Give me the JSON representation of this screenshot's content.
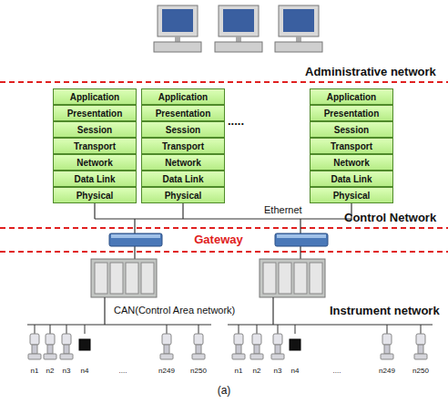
{
  "diagram": {
    "caption": "(a)",
    "nodes": [
      {
        "text": [
          "Application"
        ]
      },
      {
        "text": [
          "Presentation"
        ]
      },
      {
        "text": [
          "Session"
        ]
      },
      {
        "text": [
          "Transport"
        ]
      },
      {
        "text": [
          "Network"
        ]
      },
      {
        "text": [
          "Data Link"
        ]
      },
      {
        "text": [
          "Physical"
        ]
      },
      {
        "text": [
          "Application"
        ]
      },
      {
        "text": [
          "Presentation"
        ]
      },
      {
        "text": [
          "Session"
        ]
      },
      {
        "text": [
          "Transport"
        ]
      },
      {
        "text": [
          "Network"
        ]
      },
      {
        "text": [
          "Data Link"
        ]
      },
      {
        "text": [
          "Physical"
        ]
      },
      {
        "text": [
          "Application"
        ]
      },
      {
        "text": [
          "Presentation"
        ]
      },
      {
        "text": [
          "Session"
        ]
      },
      {
        "text": [
          "Transport"
        ]
      },
      {
        "text": [
          "Network"
        ]
      },
      {
        "text": [
          "Data Link"
        ]
      },
      {
        "text": [
          "Physical"
        ]
      }
    ],
    "labels": [
      "Administrative network",
      ".....",
      "Ethernet",
      "Control Network",
      "Gateway",
      "CAN(Control Area network)",
      "Instrument network",
      "n1",
      "n2",
      "n3",
      "n4",
      "....",
      "n249",
      "n250",
      "n1",
      "n2",
      "n3",
      "n4",
      "....",
      "n249",
      "n250"
    ]
  }
}
